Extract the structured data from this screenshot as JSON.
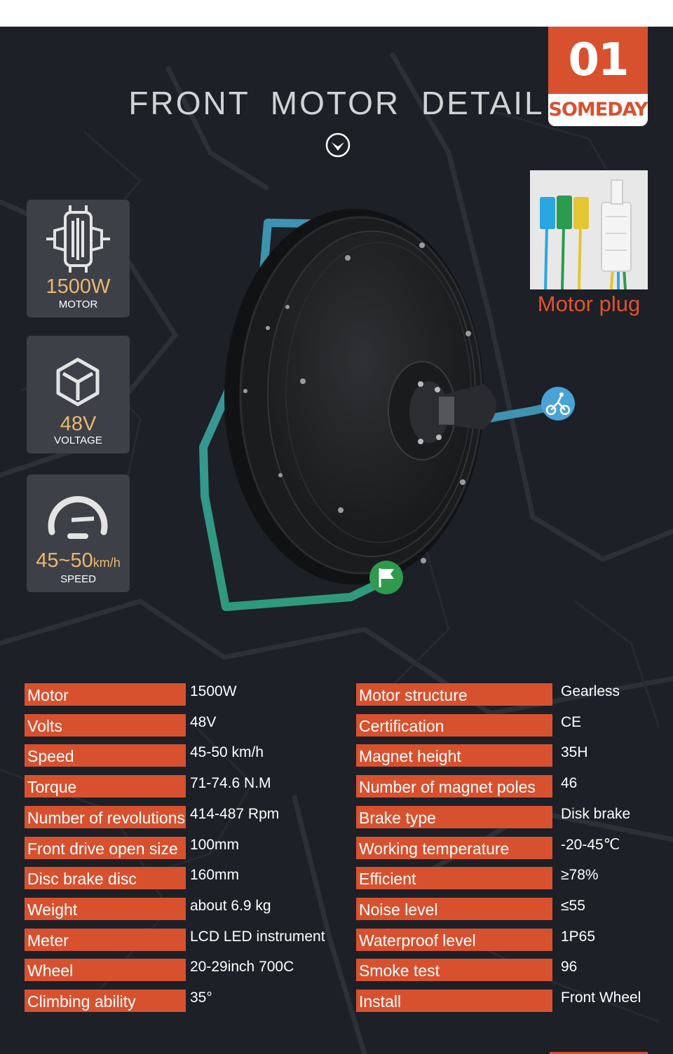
{
  "header": {
    "title": "FRONT MOTOR DETAIL",
    "badge_number": "01",
    "badge_brand": "SOMEDAY"
  },
  "feature_cards": [
    {
      "icon": "hub-motor-icon",
      "value": "1500W",
      "unit": "",
      "label": "MOTOR"
    },
    {
      "icon": "cube-icon",
      "value": "48V",
      "unit": "",
      "label": "VOLTAGE"
    },
    {
      "icon": "speedometer-icon",
      "value": "45~50",
      "unit": "km/h",
      "label": "SPEED"
    }
  ],
  "plug": {
    "caption": "Motor plug",
    "wire_colors": [
      "#2ba7e0",
      "#2c9a4f",
      "#e4c534"
    ]
  },
  "colors": {
    "accent": "#d8512f",
    "panel": "#1d2027",
    "card": "#3d4047",
    "card_value": "#e9b872",
    "route": "#3aa0a0",
    "flag": "#2f9a4c",
    "bike_pin": "#4aa3d6"
  },
  "specs_left": [
    {
      "label": "Motor",
      "value": "1500W"
    },
    {
      "label": "Volts",
      "value": "48V"
    },
    {
      "label": "Speed",
      "value": "45-50 km/h"
    },
    {
      "label": "Torque",
      "value": "71-74.6 N.M"
    },
    {
      "label": "Number of revolutions",
      "value": "414-487 Rpm"
    },
    {
      "label": "Front drive open size",
      "value": "100mm"
    },
    {
      "label": "Disc brake disc",
      "value": "160mm"
    },
    {
      "label": "Weight",
      "value": "about 6.9 kg"
    },
    {
      "label": "Meter",
      "value": "LCD LED instrument"
    },
    {
      "label": "Wheel",
      "value": "20-29inch 700C"
    },
    {
      "label": "Climbing ability",
      "value": "35°"
    }
  ],
  "specs_right": [
    {
      "label": "Motor structure",
      "value": "Gearless"
    },
    {
      "label": "Certification",
      "value": "CE"
    },
    {
      "label": "Magnet height",
      "value": "35H"
    },
    {
      "label": "Number of magnet poles",
      "value": "46"
    },
    {
      "label": "Brake type",
      "value": "Disk brake"
    },
    {
      "label": "Working temperature",
      "value": "-20-45℃"
    },
    {
      "label": "Efficient",
      "value": "≥78%"
    },
    {
      "label": "Noise level",
      "value": "≤55"
    },
    {
      "label": "Waterproof level",
      "value": "1P65"
    },
    {
      "label": "Smoke test",
      "value": "96"
    },
    {
      "label": "Install",
      "value": "Front Wheel"
    }
  ]
}
